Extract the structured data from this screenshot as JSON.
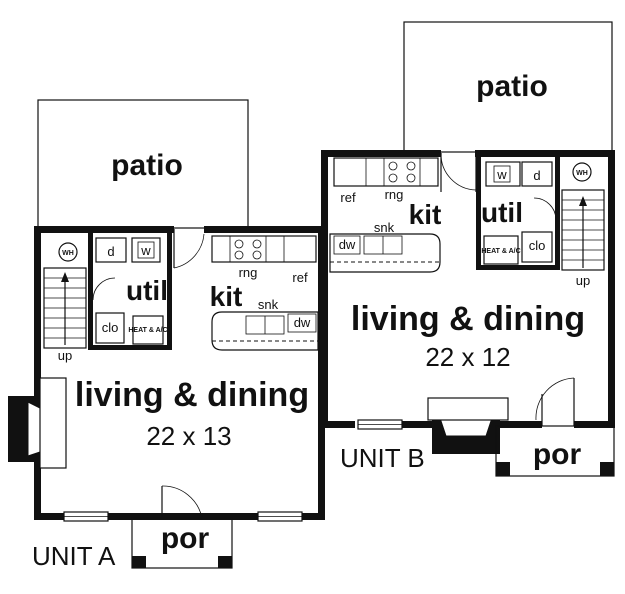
{
  "unit_a": {
    "unit_label": "UNIT A",
    "patio": "patio",
    "living": "living & dining",
    "living_size": "22 x 13",
    "kit": "kit",
    "util": "util",
    "porch": "por",
    "range": "rng",
    "refrigerator": "ref",
    "sink": "snk",
    "dishwasher": "dw",
    "closet": "clo",
    "dryer": "d",
    "washer": "w",
    "water_heater": "WH",
    "heat_ac": "HEAT & A/C",
    "stairs_up": "up"
  },
  "unit_b": {
    "unit_label": "UNIT B",
    "patio": "patio",
    "living": "living & dining",
    "living_size": "22 x 12",
    "kit": "kit",
    "util": "util",
    "porch": "por",
    "range": "rng",
    "refrigerator": "ref",
    "sink": "snk",
    "dishwasher": "dw",
    "closet": "clo",
    "dryer": "d",
    "washer": "w",
    "water_heater": "WH",
    "heat_ac": "HEAT & A/C",
    "stairs_up": "up"
  }
}
